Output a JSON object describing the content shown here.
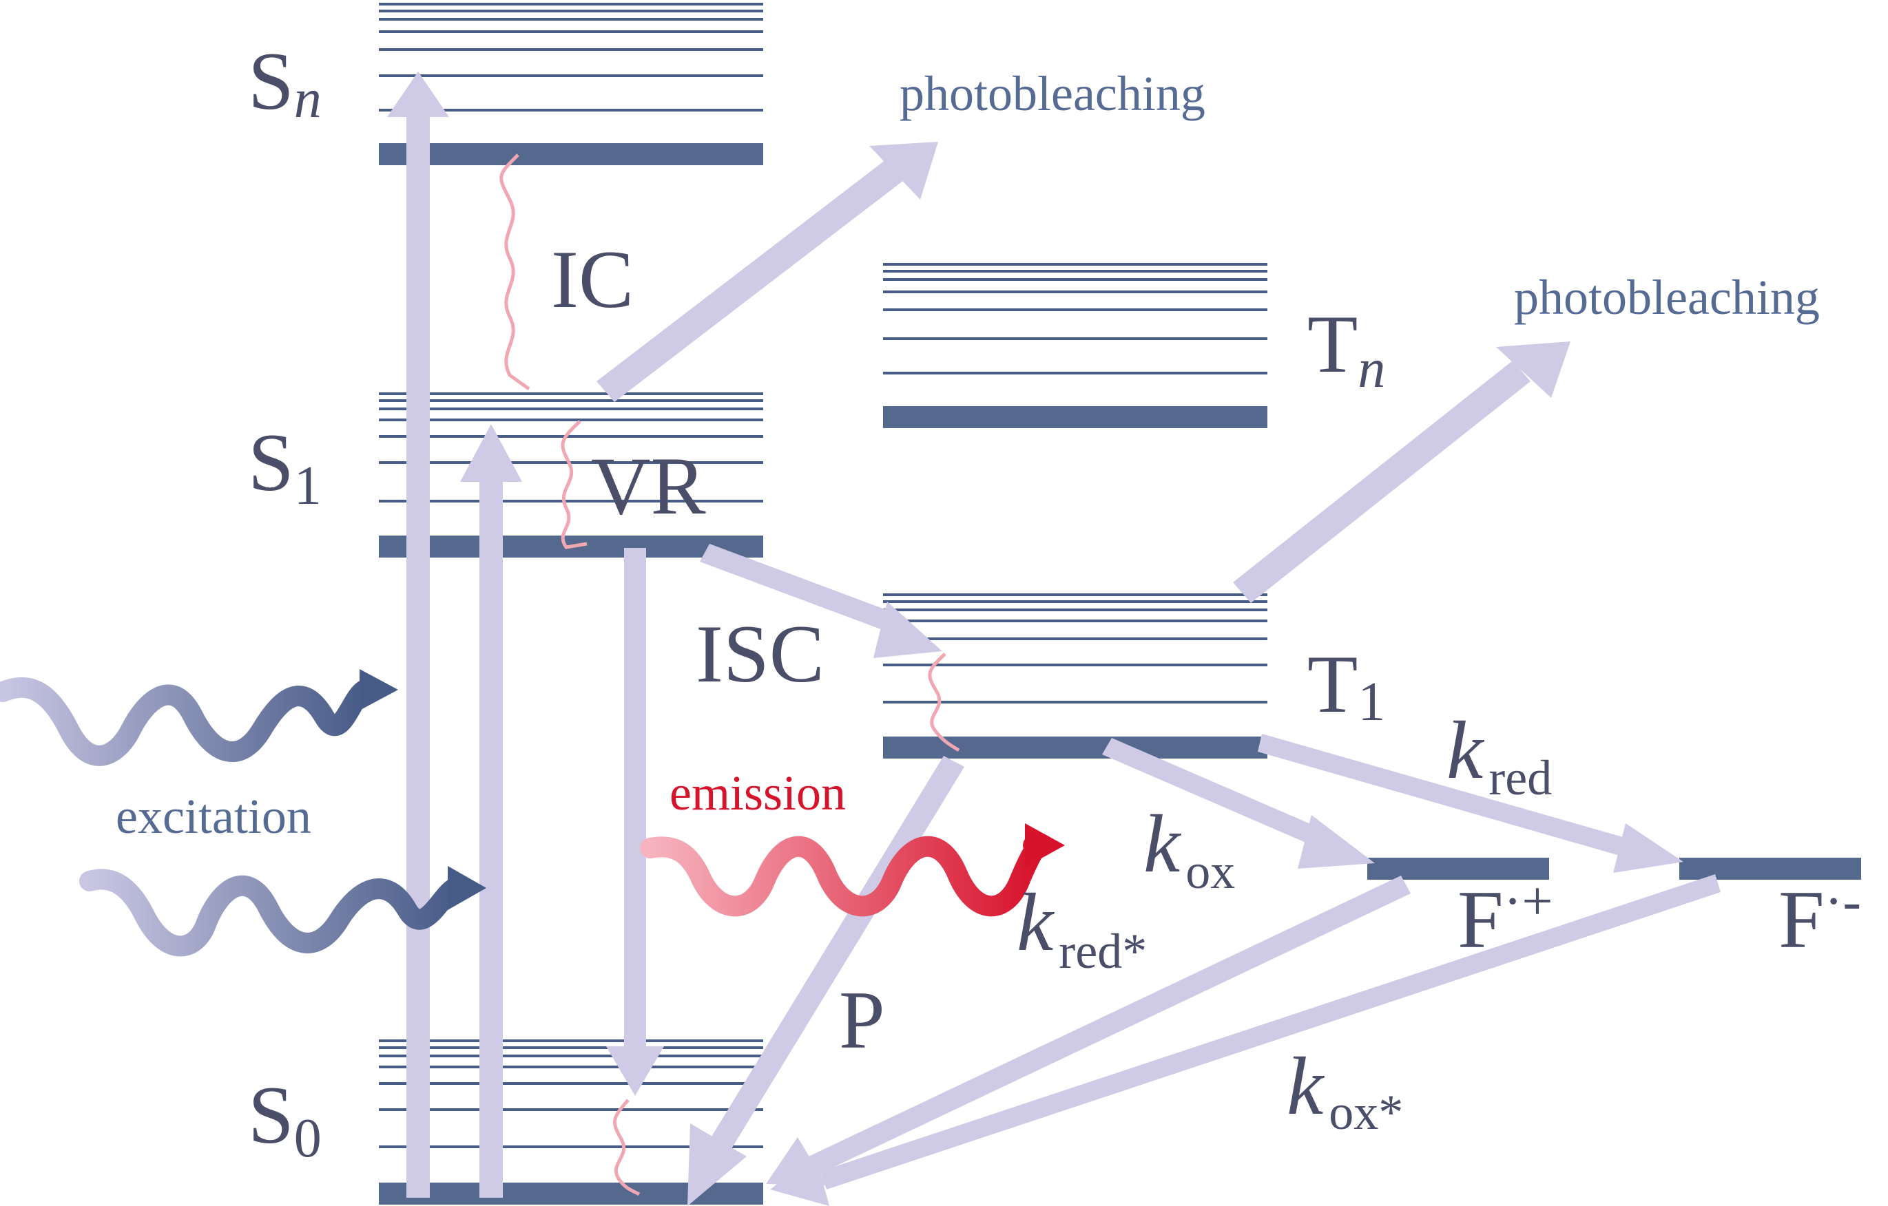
{
  "colors": {
    "ground_bar": "#55698f",
    "thin_line": "#485d86",
    "transfer_arrow": "#cfcbe6",
    "relaxation_wave": "#f1a7b2",
    "emission_start": "#f7b3bf",
    "emission_end": "#d7132c",
    "excitation_start": "#c9c6e3",
    "excitation_end": "#475b87",
    "text_dark": "#4b4e68",
    "text_blue": "#566b94",
    "text_red": "#d7132c"
  },
  "states": {
    "sn": {
      "main": "S",
      "sub": "n"
    },
    "s1": {
      "main": "S",
      "sub": "1"
    },
    "s0": {
      "main": "S",
      "sub": "0"
    },
    "tn": {
      "main": "T",
      "sub": "n"
    },
    "t1": {
      "main": "T",
      "sub": "1"
    },
    "fox": {
      "main": "F",
      "sup": "·+"
    },
    "fred": {
      "main": "F",
      "sup": "·-"
    }
  },
  "processes": {
    "ic": "IC",
    "vr": "VR",
    "isc": "ISC",
    "p": "P",
    "excitation": "excitation",
    "emission": "emission",
    "photobleaching_1": "photobleaching",
    "photobleaching_2": "photobleaching"
  },
  "rates": {
    "k_red": {
      "k": "k",
      "sub": "red"
    },
    "k_ox": {
      "k": "k",
      "sub": "ox"
    },
    "k_red_star": {
      "k": "k",
      "sub": "red*"
    },
    "k_ox_star": {
      "k": "k",
      "sub": "ox*"
    }
  }
}
